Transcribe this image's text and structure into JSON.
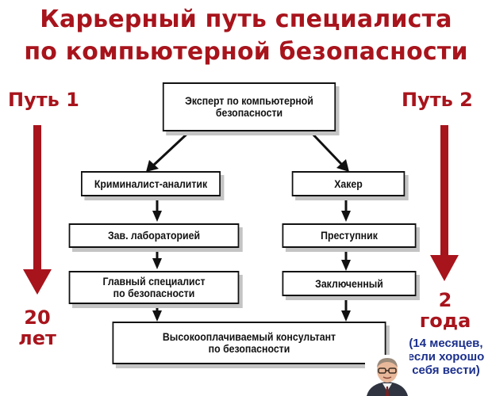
{
  "title": {
    "line1": "Карьерный путь специалиста",
    "line2": "по компьютерной безопасности"
  },
  "path1": {
    "label": "Путь 1",
    "duration_value": "20",
    "duration_unit": "лет"
  },
  "path2": {
    "label": "Путь 2",
    "duration_value": "2",
    "duration_unit": "года",
    "note_line1": "(14 месяцев,",
    "note_line2": "если хорошо",
    "note_line3": "себя вести)"
  },
  "boxes": {
    "top": {
      "line1": "Эксперт по компьютерной",
      "line2": "безопасности"
    },
    "left1": "Криминалист-аналитик",
    "left2": "Зав. лабораторией",
    "left3": {
      "line1": "Главный специалист",
      "line2": "по безопасности"
    },
    "right1": "Хакер",
    "right2": "Преступник",
    "right3": "Заключенный",
    "bottom": {
      "line1": "Высокооплачиваемый консультант",
      "line2": "по безопасности"
    }
  },
  "colors": {
    "accent": "#a8141c",
    "note": "#1b2f8c",
    "box_border": "#111111",
    "box_shadow": "#c4c4c4"
  },
  "icons": {
    "avatar": "person-photo"
  }
}
